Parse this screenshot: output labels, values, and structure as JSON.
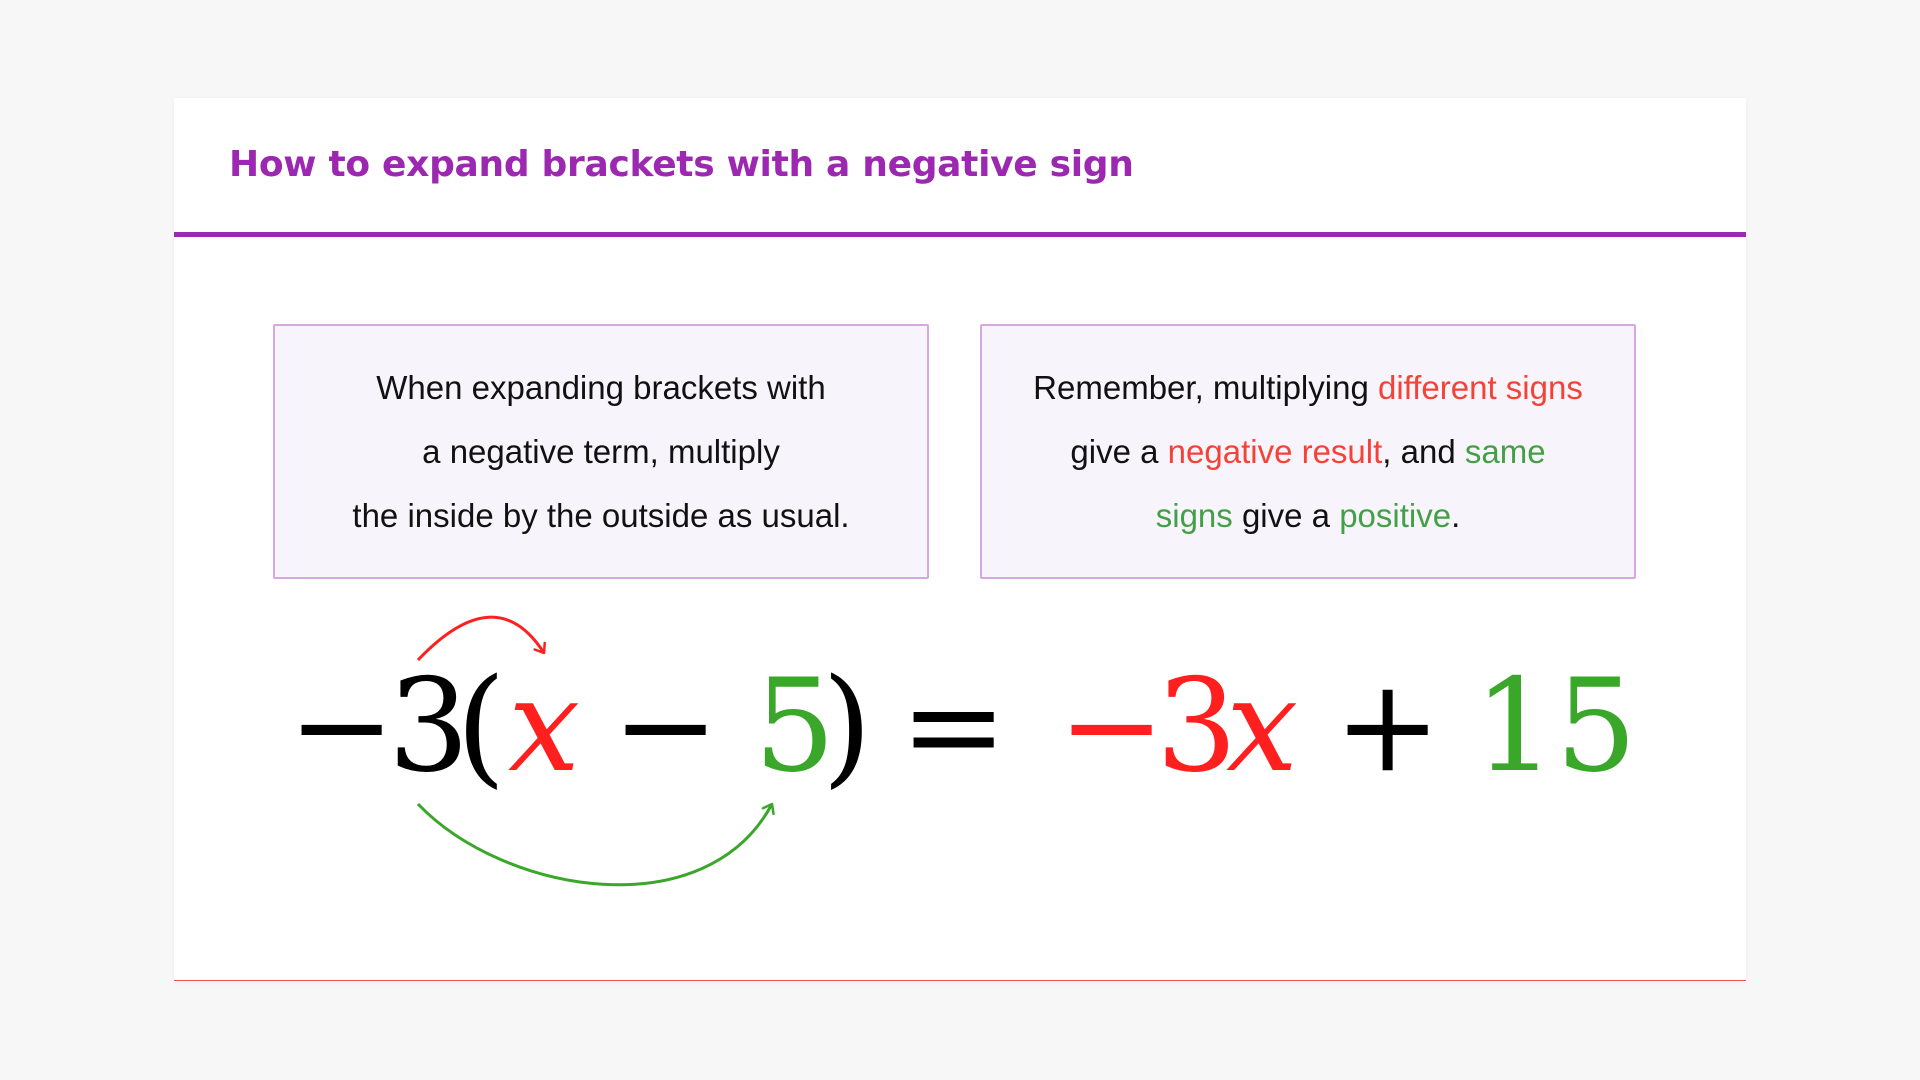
{
  "header": {
    "title": "How to expand brackets with a negative sign"
  },
  "notes": {
    "left": {
      "lines": [
        "When expanding brackets with",
        "a negative term, multiply",
        "the inside by the outside as usual."
      ]
    },
    "right": {
      "segments": {
        "s1": "Remember, multiplying ",
        "s2": "different signs",
        "s3": "give a ",
        "s4": "negative result",
        "s5": ", and ",
        "s6": "same",
        "s7": "signs",
        "s8": " give a ",
        "s9": "positive",
        "s10": "."
      }
    }
  },
  "equation": {
    "minus_sign": "−",
    "coefficient": "3",
    "open_bracket": "(",
    "variable": "x",
    "inner_minus": "−",
    "constant": "5",
    "close_bracket": ")",
    "equals": "=",
    "result_minus": "−",
    "result_coefficient": "3",
    "result_variable": "x",
    "plus": "+",
    "result_constant": "15"
  },
  "colors": {
    "accent": "#9c27b0",
    "negative": "#f44336",
    "positive": "#43a047",
    "box_background": "#f8f4fb",
    "box_border": "#d6a8e0"
  }
}
